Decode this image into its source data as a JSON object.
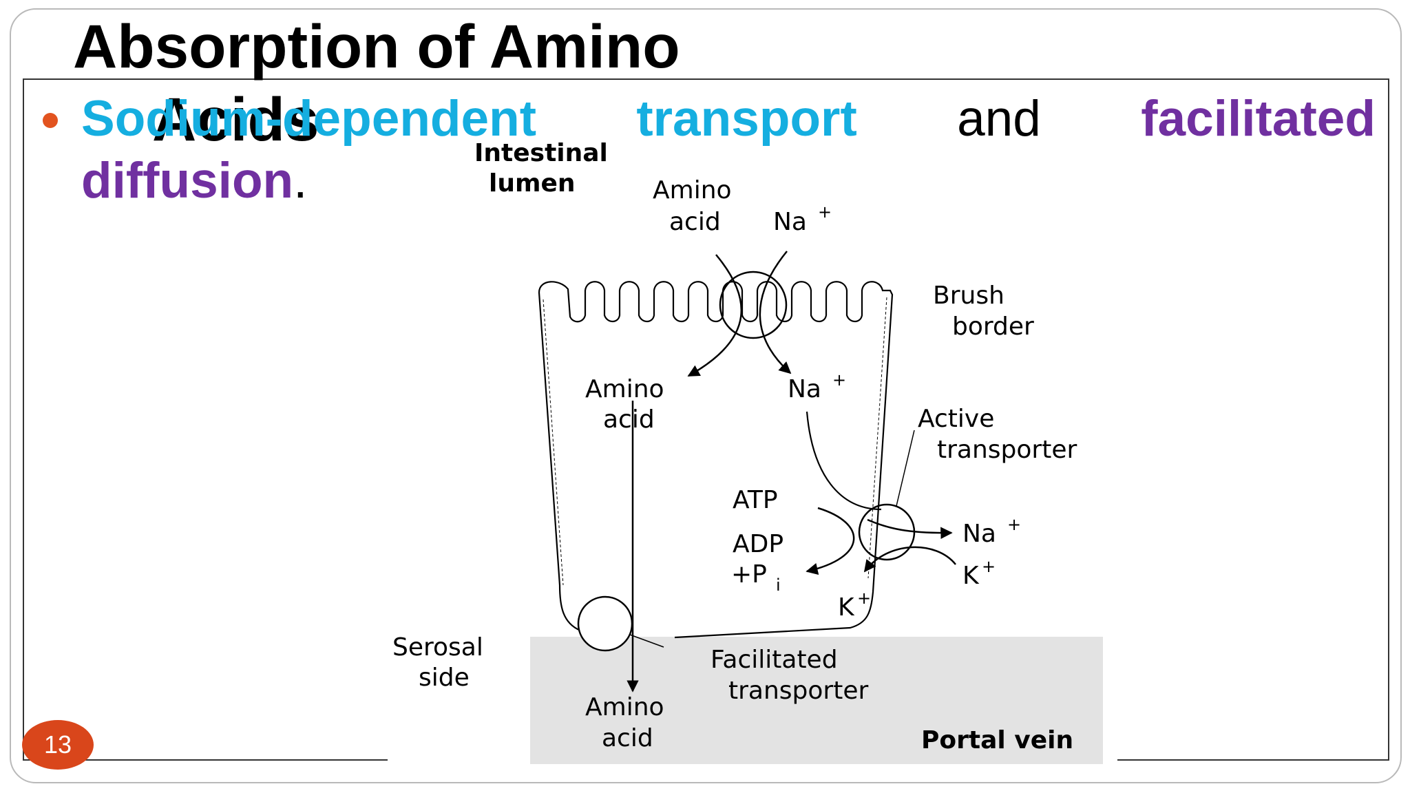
{
  "slide": {
    "title_line1": "Absorption of Amino",
    "title_line2": "Acids",
    "page_number": "13"
  },
  "bullet": {
    "part1": "Sodium-dependent",
    "part2": "transport",
    "part3": "and",
    "part4": "facilitated",
    "part5": "diffusion",
    "part6": "."
  },
  "diagram": {
    "intestinal_lumen_1": "Intestinal",
    "intestinal_lumen_2": "lumen",
    "amino_acid_top_1": "Amino",
    "amino_acid_top_2": "acid",
    "na_top": "Na",
    "brush_border_1": "Brush",
    "brush_border_2": "border",
    "amino_acid_mid_1": "Amino",
    "amino_acid_mid_2": "acid",
    "na_mid": "Na",
    "active_transporter_1": "Active",
    "active_transporter_2": "transporter",
    "atp": "ATP",
    "adp": "ADP",
    "pi_prefix": "+P",
    "pi_sub": "i",
    "na_out": "Na",
    "k_in": "K",
    "k_cell": "K",
    "serosal_side_1": "Serosal",
    "serosal_side_2": "side",
    "facilitated_transporter_1": "Facilitated",
    "facilitated_transporter_2": "transporter",
    "amino_acid_bottom_1": "Amino",
    "amino_acid_bottom_2": "acid",
    "portal_vein": "Portal vein",
    "plus": "+"
  },
  "colors": {
    "blue_text": "#15aee0",
    "purple_text": "#7030a0",
    "page_badge": "#d9461b",
    "portal_vein_fill": "#e3e3e3"
  }
}
